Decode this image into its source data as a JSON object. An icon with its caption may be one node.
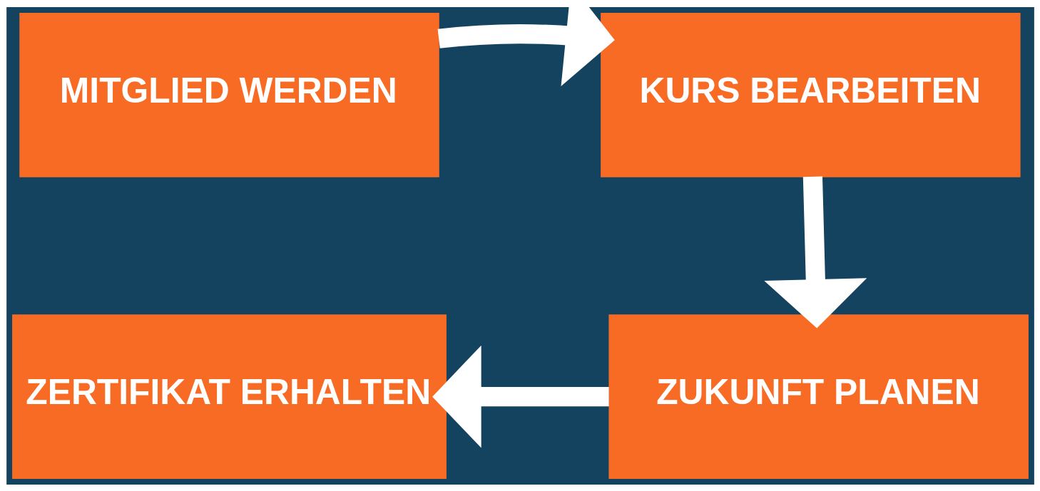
{
  "diagram": {
    "nodes": [
      {
        "text": [
          "MITGLIED WERDEN"
        ]
      },
      {
        "text": [
          "KURS BEARBEITEN"
        ]
      },
      {
        "text": [
          "ZUKUNFT PLANEN"
        ]
      },
      {
        "text": [
          "ZERTIFIKAT ERHALTEN"
        ]
      }
    ],
    "edges": [
      {
        "from": 0,
        "to": 1,
        "arrow": "to"
      },
      {
        "from": 1,
        "to": 2,
        "arrow": "to"
      },
      {
        "from": 2,
        "to": 3,
        "arrow": "to"
      }
    ]
  }
}
